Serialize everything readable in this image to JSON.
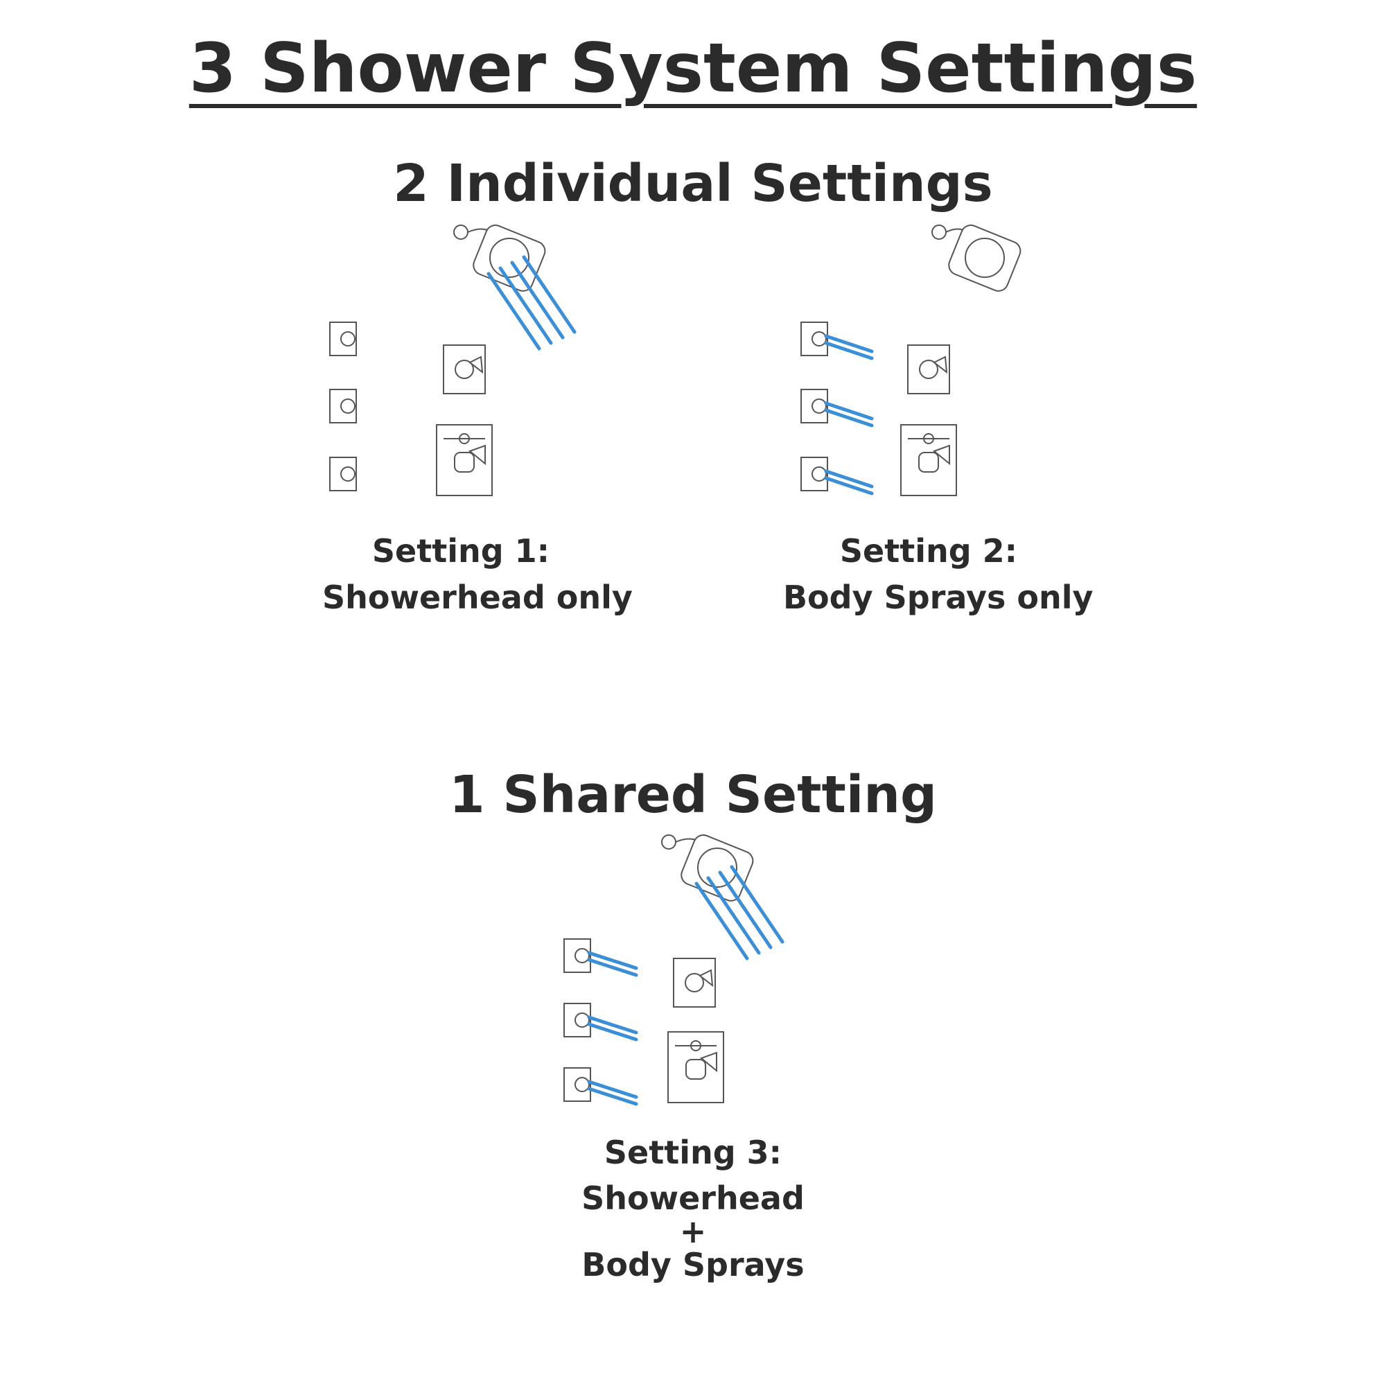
{
  "title": "3 Shower System Settings",
  "individual": {
    "heading": "2 Individual Settings",
    "setting1": {
      "line1": "Setting 1:",
      "line2": "Showerhead only"
    },
    "setting2": {
      "line1": "Setting 2:",
      "line2": "Body Sprays only"
    }
  },
  "shared": {
    "heading": "1 Shared Setting",
    "setting3": {
      "line1": "Setting 3:",
      "line2": "Showerhead",
      "line3": "+",
      "line4": "Body Sprays"
    }
  },
  "colors": {
    "spray": "#3a8fd6",
    "outline": "#555555",
    "text": "#2b2b2b"
  },
  "icons": [
    "showerhead-icon",
    "body-spray-icon",
    "diverter-valve-icon",
    "thermostatic-valve-icon"
  ]
}
